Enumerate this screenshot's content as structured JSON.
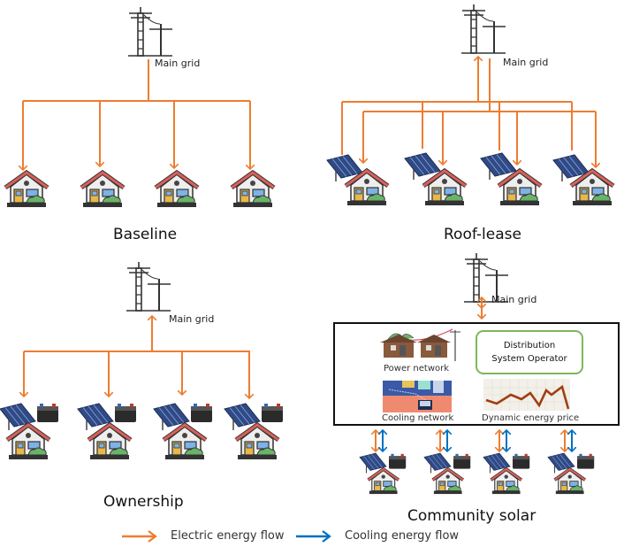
{
  "colors": {
    "electric": "#ed7d31",
    "cooling": "#0070c0",
    "dso_border": "#7cb85a",
    "roof": "#d9605a",
    "house_wall": "#eeeeee",
    "door": "#e8b84a",
    "window": "#7fb2e5",
    "bush": "#6ab46a",
    "panel": "#2f4a86",
    "battery": "#333333"
  },
  "panels": {
    "baseline": {
      "title": "Baseline",
      "grid_label": "Main grid",
      "house_count": 4,
      "has_pv": false,
      "has_battery": false,
      "flow": "grid-to-houses"
    },
    "roof_lease": {
      "title": "Roof-lease",
      "grid_label": "Main grid",
      "house_count": 4,
      "has_pv": true,
      "has_battery": false,
      "flow": "pv-to-grid and grid-to-houses"
    },
    "ownership": {
      "title": "Ownership",
      "grid_label": "Main grid",
      "house_count": 4,
      "has_pv": true,
      "has_battery": true,
      "flow": "bidirectional grid and houses"
    },
    "community_solar": {
      "title": "Community solar",
      "grid_label": "Main grid",
      "house_count": 4,
      "has_pv": true,
      "has_battery": true,
      "operator_box": {
        "power_network_label": "Power network",
        "cooling_network_label": "Cooling network",
        "dso_line1": "Distribution",
        "dso_line2": "System Operator",
        "price_label": "Dynamic energy price"
      }
    }
  },
  "legend": [
    {
      "label": "Electric energy flow",
      "color_key": "electric"
    },
    {
      "label": "Cooling energy flow",
      "color_key": "cooling"
    }
  ]
}
